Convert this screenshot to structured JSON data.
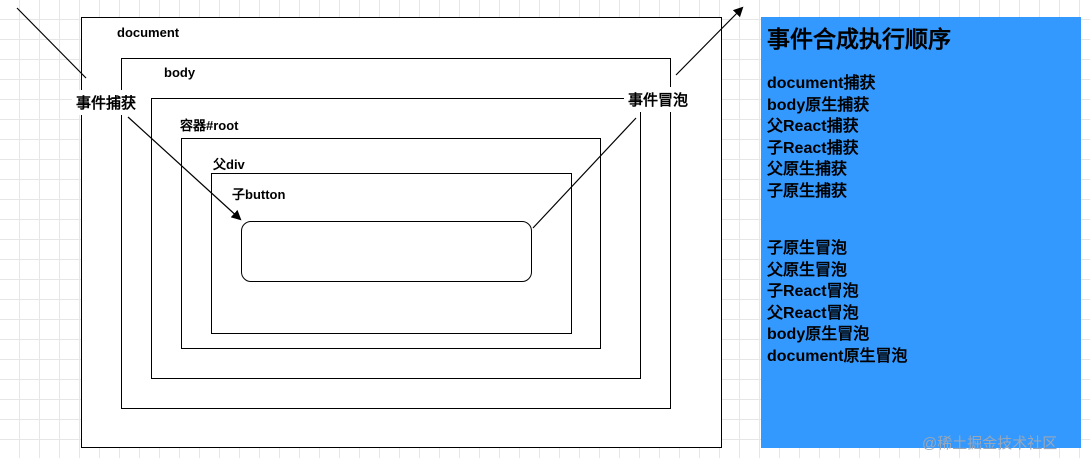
{
  "boxes": {
    "document": "document",
    "body": "body",
    "root": "容器#root",
    "div": "父div",
    "button": "子button"
  },
  "tags": {
    "capture": "事件捕获",
    "bubble": "事件冒泡"
  },
  "panel": {
    "title": "事件合成执行顺序",
    "capture_steps": [
      "document捕获",
      "body原生捕获",
      "父React捕获",
      "子React捕获",
      "父原生捕获",
      "子原生捕获"
    ],
    "bubble_steps": [
      "子原生冒泡",
      "父原生冒泡",
      "子React冒泡",
      "父React冒泡",
      "body原生冒泡",
      "document原生冒泡"
    ],
    "color": "#3399ff"
  },
  "watermark": "@稀土掘金技术社区"
}
